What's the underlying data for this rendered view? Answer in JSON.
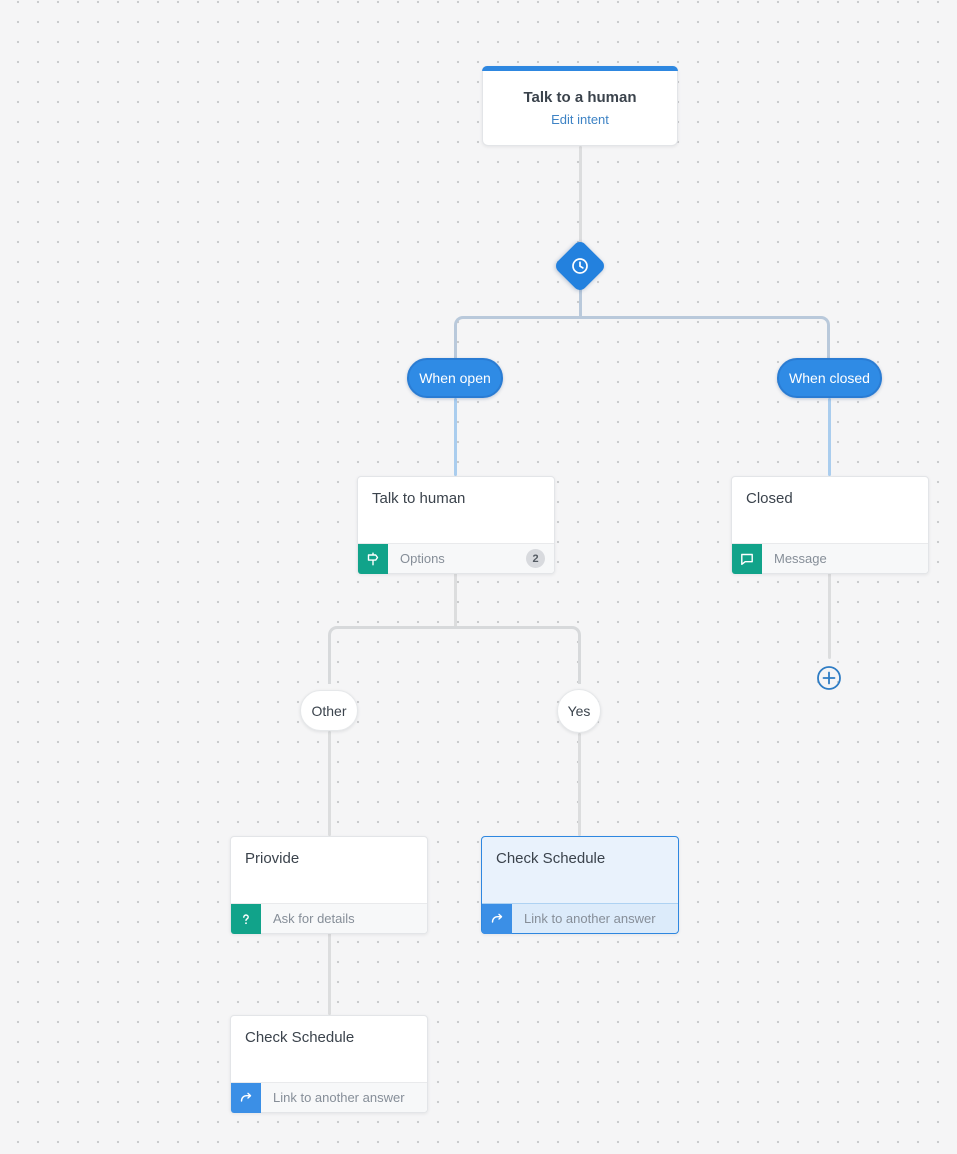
{
  "intent_card": {
    "title": "Talk to a human",
    "action_label": "Edit intent"
  },
  "condition": {
    "icon": "clock-icon",
    "type": "schedule"
  },
  "schedule_pills": {
    "open": "When open",
    "closed": "When closed"
  },
  "answer_pills": {
    "other": "Other",
    "yes": "Yes"
  },
  "nodes": {
    "talk_to_human": {
      "title": "Talk to human",
      "footer_label": "Options",
      "badge": "2",
      "footer_icon": "signpost-icon"
    },
    "closed": {
      "title": "Closed",
      "footer_label": "Message",
      "footer_icon": "chat-bubble-icon"
    },
    "priovide": {
      "title": "Priovide",
      "footer_label": "Ask for details",
      "footer_icon": "question-icon"
    },
    "check_schedule_selected": {
      "title": "Check Schedule",
      "footer_label": "Link to another answer",
      "footer_icon": "redo-arrow-icon"
    },
    "check_schedule": {
      "title": "Check Schedule",
      "footer_label": "Link to another answer",
      "footer_icon": "redo-arrow-icon"
    }
  },
  "colors": {
    "accent_blue": "#2e87e0",
    "pill_blue": "#2f8be5",
    "teal_action": "#11a38a",
    "blue_action": "#3b8fe6",
    "connector_gray": "#dcddde",
    "connector_blue": "#aacdee",
    "connector_bluegray": "#b9c9db",
    "canvas_bg": "#f5f5f6",
    "selected_card_bg": "#e9f2fc"
  }
}
